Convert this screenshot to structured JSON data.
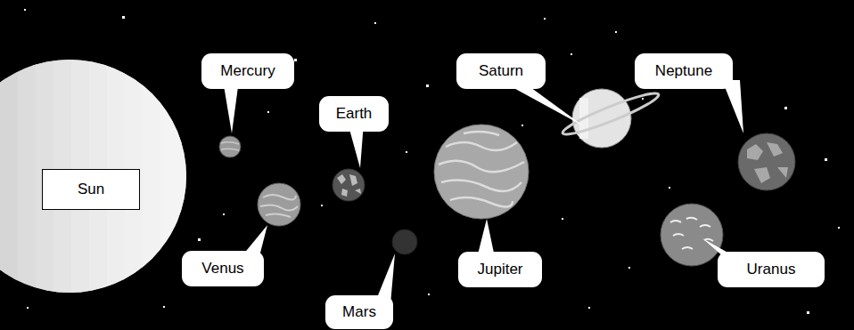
{
  "diagram": {
    "nodes": [
      {
        "text": [
          "Mercury"
        ]
      },
      {
        "text": [
          "Saturn"
        ]
      },
      {
        "text": [
          "Neptune"
        ]
      },
      {
        "text": [
          "Earth"
        ]
      },
      {
        "text": [
          "Sun"
        ]
      },
      {
        "text": [
          "Venus"
        ]
      },
      {
        "text": [
          "Jupiter"
        ]
      },
      {
        "text": [
          "Uranus"
        ]
      },
      {
        "text": [
          "Mars"
        ]
      }
    ]
  }
}
